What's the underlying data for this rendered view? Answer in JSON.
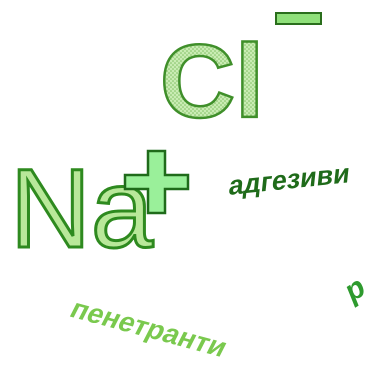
{
  "ions": {
    "chloride": {
      "symbol": "Cl",
      "charge": "minus"
    },
    "sodium": {
      "symbol": "Na",
      "charge": "plus"
    }
  },
  "words": {
    "adhesives": "адгезиви",
    "penetrants": "пенетранти",
    "partial": "р"
  },
  "colors": {
    "cl_fill": "#b6e3a0",
    "cl_stroke": "#3f8f2a",
    "na_fill": "#b9e89a",
    "na_stroke": "#2e8a1f",
    "minus_fill": "#8fe07a",
    "plus_fill": "#9af09a",
    "word_dark": "#1f6b1a",
    "word_light": "#7ac94e",
    "word_partial": "#2e9a2e"
  }
}
